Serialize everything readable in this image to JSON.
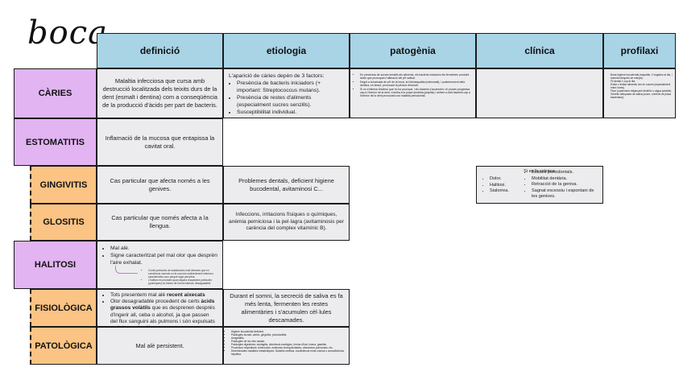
{
  "title": "boca",
  "headers": [
    "definició",
    "etiologia",
    "patogènia",
    "clínica",
    "profilaxi"
  ],
  "rows": {
    "caries": "CÀRIES",
    "estomatitis": "ESTOMATITIS",
    "gingivitis": "GINGIVITIS",
    "glositis": "GLOSITIS",
    "halitosi": "HALITOSI",
    "fisiologica": "FISIOLÒGICA",
    "patologica": "PATOLÒGICA"
  },
  "caries": {
    "definicio": "Malaltia infecciosa que cursa amb destrucció localitzada dels teixits durs de la dent (esmalt i dentina) com a conseqüència de la producció d'àcids per part de bacteris.",
    "etiologia_intro": "L'aparició de càries depèn de 3 factors:",
    "etiologia_items": [
      "Presència de bacteris iniciadors (+ important: Streptococcus mutans).",
      "Presència de restes d'aliments (especialment sucres senzills).",
      "Susceptibilitat individual."
    ],
    "patogenia_items": [
      "En presència de sucres senzills als aliments, els bacteris iniciadors els fermenten produint àcids que provoquen l'alteració del pH salival.",
      "Degut a la baixada de pH de la boca, la hidroxiapatita (esfenmalt), i posteriorment dela dentina, es dissol, provocant la pèrdua d'esmalt.",
      "Si no s'elimina l'estímul que ho ha provocat, i els bacteris s'acumulen i el procés progressa cap a l'interior de la dent, s'arriba a la polpa dentària (pulpitis) i arriben a dalt bacteris cap a l'interior de la dent provocant una malaltia periodontal."
    ],
    "profilaxi_items": [
      "Bona higiene bucodental (raspallar, 2 vegades al dia, i sobretot després de menjar).",
      "Fil dental 1 cop al dia.",
      "Evitar o limitar aliments rics en sucres (especialment entre hores).",
      "Fluor (suplement mitjançant dentífric o aigua potable).",
      "Genètic adequada de saliva (sucre, controls de placa bacteriana)."
    ]
  },
  "estomatitis": {
    "definicio": "Inflamació de la mucosa que entapissa la cavitat oral."
  },
  "gingivitis": {
    "definicio": "Cas particular que afecta només a les genives.",
    "etiologia": "Problemes dentals, deficient higiene bucodental, avitaminosi C...",
    "clinica_intro": "Si es fa crònica:",
    "clinica_items_left": [
      "Dolor.",
      "Halitosi.",
      "Sialorrea."
    ],
    "clinica_items_right": [
      "Bosses periodontals.",
      "Mobilitat dentària.",
      "Retracció de la geniva.",
      "Sagnat excessiu i espontani de les genives."
    ]
  },
  "glositis": {
    "definicio": "Cas particular que només afecta a la llengua.",
    "etiologia": "Infeccions, irritacions físiques o químiques, anèmia perniciosa i la pel·lagra (avitaminosis per carència del complex vitamínic B)."
  },
  "halitosi": {
    "items": [
      "Mal alè.",
      "Signe caracteritzat pel mal olor que desprèn l'aire exhalat."
    ],
    "notes": [
      "Conté partícules de substàncies molt diverses que en condicions normals no fa una olor suficientment intensa o característica com perquè sigui percebut.",
      "L'halitosi es produeix quan alguna d'aquestes partícules (químiques) es troben de forma intensa i desagradable."
    ]
  },
  "fisiologica": {
    "def_item1_pre": "Tots presentem mal alè ",
    "def_item1_bold": "recent aixecats",
    "def_item2_pre": "Olor desagradable procedent de certs ",
    "def_item2_bold": "àcids grassos volàtils",
    "def_item2_post": " que es desprenen després d'ingerir all, ceba o alcohol, ja que passen del flux sanguini als pulmons i són expulsats amb la respiració.",
    "etiologia": "Durant el somni, la secreció de saliva es fa més lenta, fermenten les restes alimentàries i s'acumulen cèl·lules descamades."
  },
  "patologica": {
    "definicio": "Mal alè persistent.",
    "etiologia_items": [
      "Higiene bucodental deficient.",
      "Patologies bucals: càries, gingivitis, periodontitis.",
      "Amigdalitis.",
      "Patologies de les vies nasals.",
      "Patologies digestives: esofagitis, divertículs esofàgics, hèrnia d'hiat, úlcera, gastritis.",
      "Processos respiratoris: tuberculosi, estenosis bronquiectàsies, abscessos pulmonars, etc.",
      "Determinades malalties metabòliques: Diabetis mellitus, insuficiència renal crònica o consuficiència hepàtica."
    ]
  }
}
